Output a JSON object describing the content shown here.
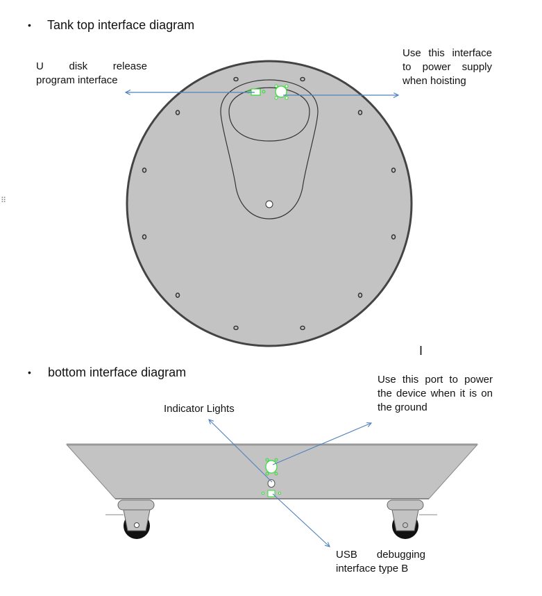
{
  "sections": [
    {
      "bullet": "•",
      "title": "Tank top interface diagram",
      "labels": {
        "usb_program": [
          "U disk release",
          "program interface"
        ],
        "power_hoisting": [
          "Use this interface",
          "to power supply",
          "when hoisting"
        ]
      }
    },
    {
      "bullet": "•",
      "title": "bottom interface diagram",
      "labels": {
        "indicator": "Indicator Lights",
        "power_ground": [
          "Use this port to power",
          "the device when it is on",
          "the ground"
        ],
        "usb_debug": [
          "USB debugging",
          "interface type B"
        ]
      }
    }
  ],
  "drag_handle_icon": "⠿",
  "text_cursor": "I",
  "colors": {
    "body_fill": "#c3c3c3",
    "outline": "#444444",
    "arrow": "#4f81bd",
    "selection": "#33dd33",
    "wheel": "#111111"
  }
}
